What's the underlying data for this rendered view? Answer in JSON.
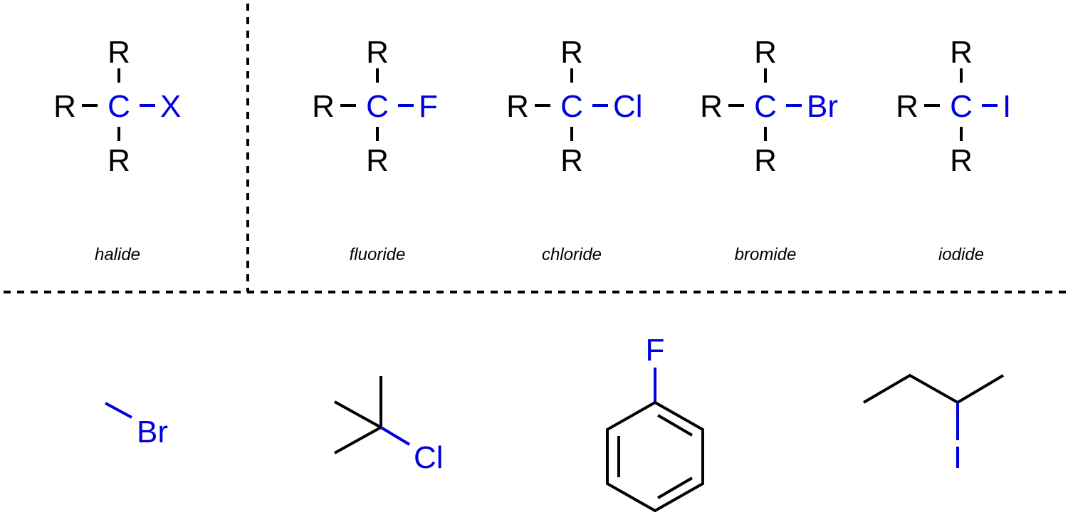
{
  "colors": {
    "black": "#000000",
    "blue": "#0000dd"
  },
  "general": {
    "r_top": "R",
    "r_left": "R",
    "r_bottom": "R",
    "center": "C",
    "halogen": "X",
    "caption": "halide"
  },
  "structures": [
    {
      "r_top": "R",
      "r_left": "R",
      "r_bottom": "R",
      "center": "C",
      "halogen": "F",
      "caption": "fluoride"
    },
    {
      "r_top": "R",
      "r_left": "R",
      "r_bottom": "R",
      "center": "C",
      "halogen": "Cl",
      "caption": "chloride"
    },
    {
      "r_top": "R",
      "r_left": "R",
      "r_bottom": "R",
      "center": "C",
      "halogen": "Br",
      "caption": "bromide"
    },
    {
      "r_top": "R",
      "r_left": "R",
      "r_bottom": "R",
      "center": "C",
      "halogen": "I",
      "caption": "iodide"
    }
  ],
  "examples": [
    {
      "label": "Br"
    },
    {
      "label": "Cl"
    },
    {
      "label": "F"
    },
    {
      "label": "I"
    }
  ]
}
